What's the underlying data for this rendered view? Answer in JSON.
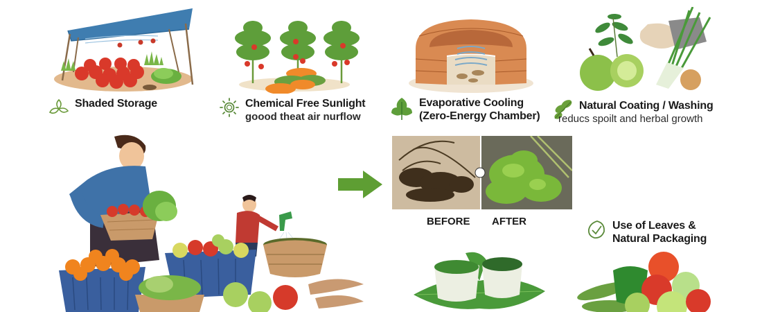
{
  "sections": [
    {
      "id": "shaded-storage",
      "title": "Shaded Storage",
      "subtitle": "",
      "icon": "herb-leaves-icon",
      "illustration": "shade-canopy-with-tomatoes"
    },
    {
      "id": "chemical-free-sunlight",
      "title": "Chemical Free Sunlight",
      "subtitle": "goood theat air nurflow",
      "icon": "sun-icon",
      "illustration": "tomato-plants-with-vegetables"
    },
    {
      "id": "evaporative-cooling",
      "title": "Evaporative Cooling",
      "subtitle": "(Zero-Energy Chamber)",
      "icon": "leaf-icon",
      "illustration": "brick-cooling-chamber"
    },
    {
      "id": "natural-coating",
      "title": "Natural Coating / Washing",
      "subtitle": "reducs spoilt and herbal growth",
      "icon": "sprig-icon",
      "illustration": "neem-guava-leek-hand"
    },
    {
      "id": "leaves-packaging",
      "title": "Use of Leaves &",
      "subtitle": "Natural Packaging",
      "icon": "leaf-check-icon",
      "illustration": "leaf-wrapped-cups"
    }
  ],
  "comparison": {
    "before_label": "BEFORE",
    "after_label": "AFTER"
  },
  "colors": {
    "accent_green": "#6a9a3a",
    "arrow_green": "#5e9e33",
    "icon_green": "#5a8a3a",
    "basket_blue": "#3a5f9e",
    "brick": "#d9824a",
    "tomato_red": "#d93a2a",
    "shirt_blue": "#3a6a9a"
  }
}
